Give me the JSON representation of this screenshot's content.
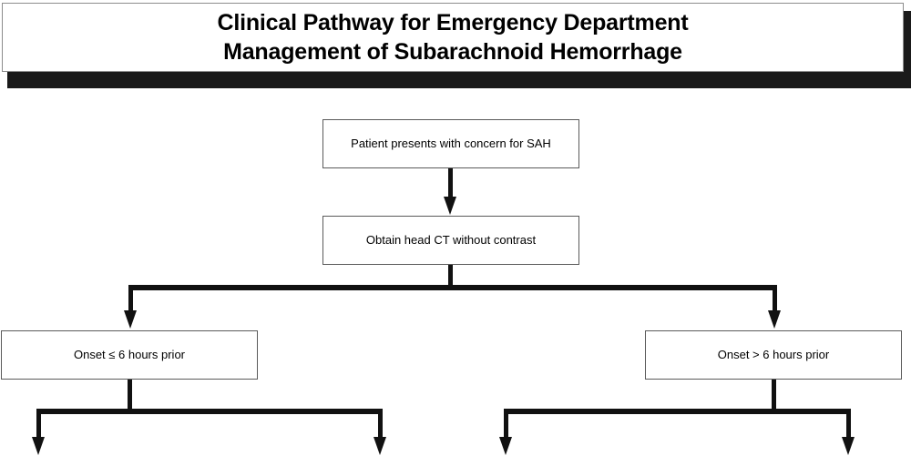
{
  "banner": {
    "title_line1": "Clinical Pathway for Emergency Department",
    "title_line2": "Management of Subarachnoid Hemorrhage"
  },
  "flowchart": {
    "nodes": [
      {
        "id": "sah",
        "label": "Patient presents with concern for SAH"
      },
      {
        "id": "ct",
        "label": "Obtain head CT without contrast"
      },
      {
        "id": "onset_le",
        "label": "Onset ≤ 6 hours prior"
      },
      {
        "id": "onset_gt",
        "label": "Onset > 6 hours prior"
      }
    ]
  },
  "colors": {
    "banner_shadow": "#1a1a1a",
    "box_border": "#5a5a5a",
    "connector": "#111111",
    "background": "#ffffff",
    "text": "#000000"
  }
}
